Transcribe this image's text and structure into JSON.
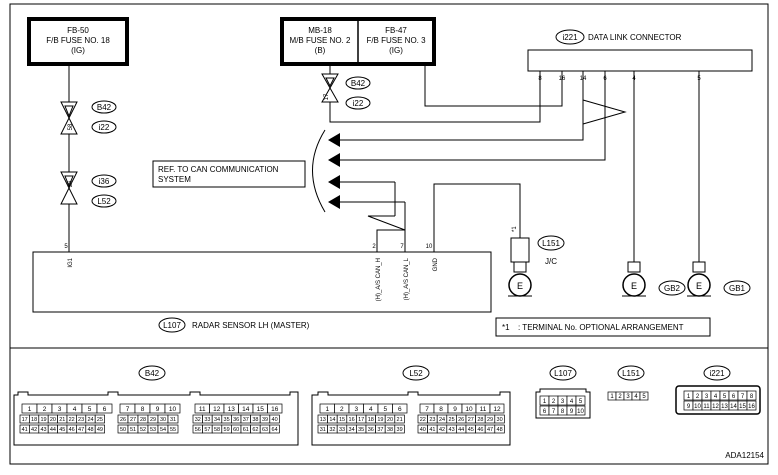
{
  "fuses": {
    "fb50": {
      "line1": "FB-50",
      "line2": "F/B FUSE NO. 18",
      "line3": "(IG)"
    },
    "mb18": {
      "line1": "MB-18",
      "line2": "M/B FUSE NO. 2",
      "line3": "(B)"
    },
    "fb47": {
      "line1": "FB-47",
      "line2": "F/B FUSE NO. 3",
      "line3": "(IG)"
    }
  },
  "dlc": {
    "id": "i221",
    "label": "DATA LINK CONNECTOR",
    "pins": [
      "8",
      "16",
      "14",
      "6",
      "4",
      "5"
    ]
  },
  "connectors_upper": {
    "b42_a": "B42",
    "i22_a": "i22",
    "b42_b": "B42",
    "i22_b": "i22",
    "i36": "i36",
    "l52": "L52"
  },
  "pin_marks": {
    "p58": "58",
    "p17": "17",
    "p36": "36"
  },
  "ref_box": {
    "line1": "REF. TO CAN COMMUNICATION",
    "line2": "SYSTEM"
  },
  "jc": {
    "id": "L151",
    "label": "J/C",
    "star": "*1"
  },
  "grounds": {
    "gb2": "GB2",
    "gb1": "GB1",
    "e": "E"
  },
  "sensor": {
    "id": "L107",
    "label": "RADAR SENSOR LH (MASTER)",
    "pins": [
      "5",
      "2",
      "7",
      "10"
    ],
    "pin_names": [
      "IG1",
      "(H)_A/S CAN_H",
      "(H)_A/S CAN_L",
      "GND"
    ]
  },
  "note": {
    "mark": "*1",
    "text": ": TERMINAL No. OPTIONAL ARRANGEMENT"
  },
  "bottom": {
    "b42": "B42",
    "l52": "L52",
    "l107": "L107",
    "l151": "L151",
    "i221": "i221",
    "b42_rows": [
      [
        "1",
        "2",
        "3",
        "4",
        "5",
        "6"
      ],
      [
        "17",
        "18",
        "19",
        "20",
        "21",
        "22",
        "23",
        "24",
        "25"
      ],
      [
        "41",
        "42",
        "43",
        "44",
        "45",
        "46",
        "47",
        "48",
        "49"
      ],
      [
        "7",
        "8",
        "9",
        "10"
      ],
      [
        "26",
        "27",
        "28",
        "29",
        "30",
        "31"
      ],
      [
        "50",
        "51",
        "52",
        "53",
        "54",
        "55"
      ],
      [
        "11",
        "12",
        "13",
        "14",
        "15",
        "16"
      ],
      [
        "32",
        "33",
        "34",
        "35",
        "36",
        "37",
        "38",
        "39",
        "40"
      ],
      [
        "56",
        "57",
        "58",
        "59",
        "60",
        "61",
        "62",
        "63",
        "64"
      ]
    ],
    "l52_rows": [
      [
        "1",
        "2",
        "3",
        "4",
        "5",
        "6"
      ],
      [
        "13",
        "14",
        "15",
        "16",
        "17",
        "18",
        "19",
        "20",
        "21"
      ],
      [
        "31",
        "32",
        "33",
        "34",
        "35",
        "36",
        "37",
        "38",
        "39"
      ],
      [
        "7",
        "8",
        "9",
        "10",
        "11",
        "12"
      ],
      [
        "22",
        "23",
        "24",
        "25",
        "26",
        "27",
        "28",
        "29",
        "30"
      ],
      [
        "40",
        "41",
        "42",
        "43",
        "44",
        "45",
        "46",
        "47",
        "48"
      ]
    ],
    "l107_rows": [
      [
        "1",
        "2",
        "3",
        "4",
        "5"
      ],
      [
        "6",
        "7",
        "8",
        "9",
        "10"
      ]
    ],
    "l151_row": [
      "1",
      "2",
      "3",
      "4",
      "5"
    ],
    "i221_rows": [
      [
        "1",
        "2",
        "3",
        "4",
        "5",
        "6",
        "7",
        "8"
      ],
      [
        "9",
        "10",
        "11",
        "12",
        "13",
        "14",
        "15",
        "16"
      ]
    ],
    "code": "ADA12154"
  }
}
